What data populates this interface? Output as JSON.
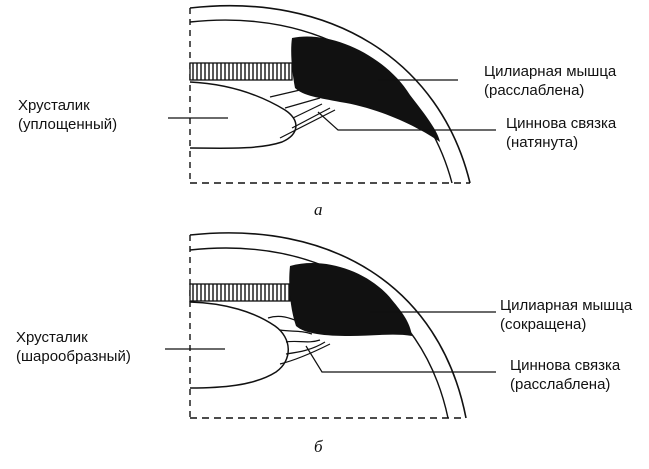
{
  "panel_a": {
    "lens_label": {
      "line1": "Хрусталик",
      "line2": "(уплощенный)"
    },
    "muscle_label": {
      "line1": "Цилиарная мышца",
      "line2": "(расслаблена)"
    },
    "ligament_label": {
      "line1": "Циннова связка",
      "line2": "(натянута)"
    },
    "caption": "а"
  },
  "panel_b": {
    "lens_label": {
      "line1": "Хрусталик",
      "line2": "(шарообразный)"
    },
    "muscle_label": {
      "line1": "Цилиарная мышца",
      "line2": "(сокращена)"
    },
    "ligament_label": {
      "line1": "Циннова связка",
      "line2": "(расслаблена)"
    },
    "caption": "б"
  },
  "colors": {
    "ink": "#111111",
    "background": "#ffffff"
  }
}
